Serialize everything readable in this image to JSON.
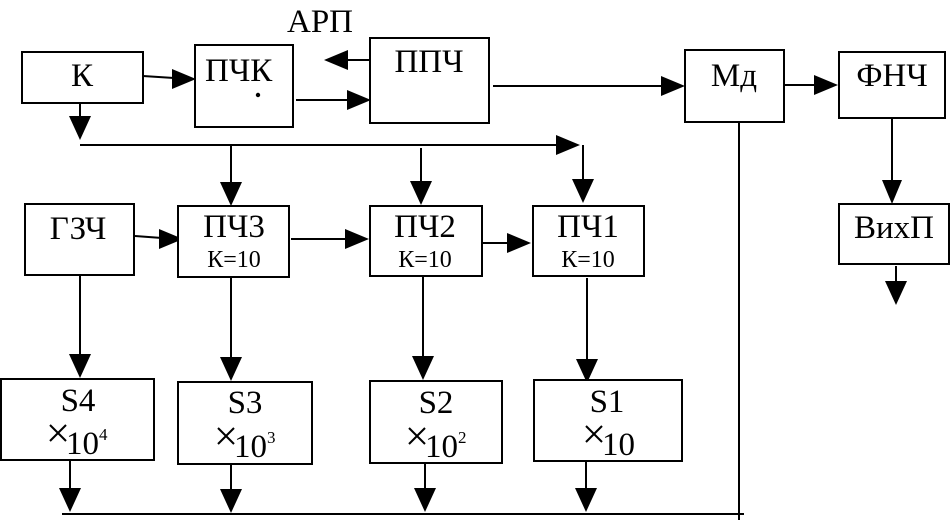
{
  "diagram": {
    "arp_label": "АРП",
    "blocks": {
      "k": {
        "label": "К"
      },
      "pchk": {
        "label": "ПЧ",
        "label_tail": "К"
      },
      "ppch": {
        "label": "ППЧ"
      },
      "md": {
        "label": "Мд"
      },
      "fnch": {
        "label": "ФНЧ"
      },
      "gzch": {
        "label": "ГЗЧ"
      },
      "pch3": {
        "label": "ПЧ3",
        "sub": "К=10"
      },
      "pch2": {
        "label": "ПЧ2",
        "sub": "К=10"
      },
      "pch1": {
        "label": "ПЧ1",
        "sub": "К=10"
      },
      "vykhp": {
        "label": "ВихП"
      },
      "s4": {
        "label": "S4",
        "base": "10",
        "exp": "4"
      },
      "s3": {
        "label": "S3",
        "base": "10",
        "exp": "3"
      },
      "s2": {
        "label": "S2",
        "base": "10",
        "exp": "2"
      },
      "s1": {
        "label": "S1",
        "base": "10",
        "exp": ""
      }
    }
  }
}
